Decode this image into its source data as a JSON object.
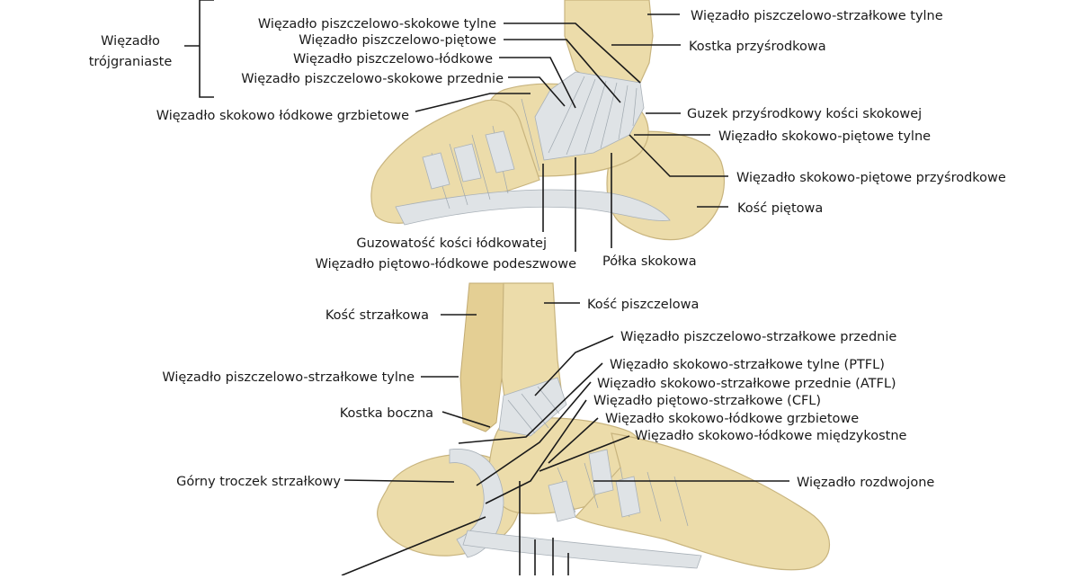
{
  "medial_view": {
    "group_label": [
      "Więzadło",
      "trójgraniaste"
    ],
    "labels": {
      "tib_cal_post": "Więzadło piszczelowo-strzałkowe tylne",
      "tib_talar_post": "Więzadło piszczelowo-skokowe tylne",
      "tib_calc": "Więzadło piszczelowo-piętowe",
      "tib_nav": "Więzadło piszczelowo-łódkowe",
      "tib_talar_ant": "Więzadło piszczelowo-skokowe przednie",
      "talonav_dorsal": "Więzadło skokowo łódkowe grzbietowe",
      "medial_malleolus": "Kostka przyśrodkowa",
      "talus_tubercle": "Guzek przyśrodkowy kości skokowej",
      "talocalc_post": "Więzadło skokowo-piętowe tylne",
      "talocalc_medial": "Więzadło skokowo-piętowe przyśrodkowe",
      "calcaneus": "Kość piętowa",
      "nav_tuberosity": "Guzowatość kości łódkowatej",
      "plantar_calcnav": "Więzadło piętowo-łódkowe podeszwowe",
      "sustentaculum": "Półka skokowa"
    }
  },
  "lateral_view": {
    "labels": {
      "fibula": "Kość strzałkowa",
      "tibia": "Kość piszczelowa",
      "tibfib_ant": "Więzadło piszczelowo-strzałkowe przednie",
      "tibfib_post": "Więzadło piszczelowo-strzałkowe tylne",
      "ptfl": "Więzadło skokowo-strzałkowe tylne (PTFL)",
      "atfl": "Więzadło skokowo-strzałkowe przednie (ATFL)",
      "lateral_malleolus": "Kostka boczna",
      "cfl": "Więzadło piętowo-strzałkowe (CFL)",
      "talonav_dorsal": "Więzadło skokowo-łódkowe grzbietowe",
      "talonav_interosseous": "Więzadło skokowo-łódkowe międzykostne",
      "sup_peroneal_retinaculum": "Górny troczek strzałkowy",
      "bifurcate": "Więzadło rozdwojone"
    }
  }
}
